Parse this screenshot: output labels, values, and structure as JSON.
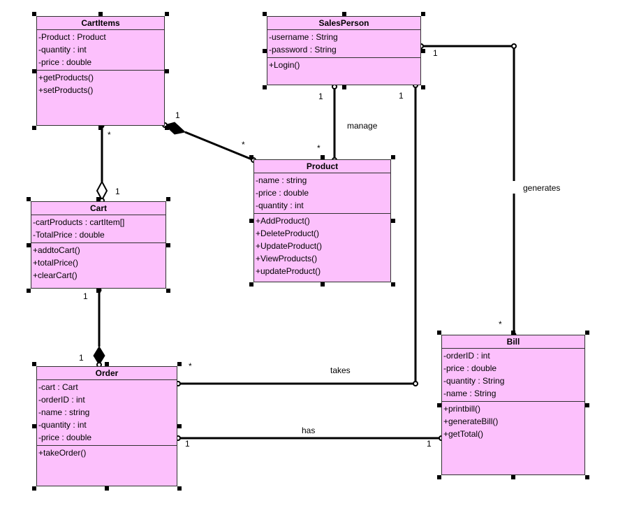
{
  "classes": {
    "cartitems": {
      "name": "CartItems",
      "attributes": [
        "-Product : Product",
        "-quantity : int",
        "-price : double"
      ],
      "operations": [
        "+getProducts()",
        "+setProducts()"
      ]
    },
    "salesperson": {
      "name": "SalesPerson",
      "attributes": [
        "-username : String",
        "-password : String"
      ],
      "operations": [
        "+Login()"
      ]
    },
    "product": {
      "name": "Product",
      "attributes": [
        "-name : string",
        "-price : double",
        "-quantity : int"
      ],
      "operations": [
        "+AddProduct()",
        "+DeleteProduct()",
        "+UpdateProduct()",
        "+ViewProducts()",
        "+updateProduct()"
      ]
    },
    "cart": {
      "name": "Cart",
      "attributes": [
        "-cartProducts : cartItem[]",
        "-TotalPrice : double"
      ],
      "operations": [
        "+addtoCart()",
        "+totalPrice()",
        "+clearCart()"
      ]
    },
    "order": {
      "name": "Order",
      "attributes": [
        "-cart : Cart",
        "-orderID : int",
        "-name : string",
        "-quantity : int",
        "-price : double"
      ],
      "operations": [
        "+takeOrder()"
      ]
    },
    "bill": {
      "name": "Bill",
      "attributes": [
        "-orderID : int",
        "-price : double",
        "-quantity : String",
        "-name : String"
      ],
      "operations": [
        "+printbill()",
        "+generateBill()",
        "+getTotal()"
      ]
    }
  },
  "associations": {
    "cartitems_product": {
      "source_mult": "1",
      "target_mult": "*",
      "kind": "composition"
    },
    "cartitems_cart": {
      "source_mult": "*",
      "target_mult": "1",
      "kind": "aggregation"
    },
    "salesperson_product": {
      "name": "manage",
      "source_mult": "1",
      "target_mult": "*"
    },
    "salesperson_bill": {
      "name": "generates",
      "source_mult": "1",
      "target_mult": "*"
    },
    "salesperson_order": {
      "name": "takes",
      "source_mult": "1",
      "target_mult": "*"
    },
    "cart_order": {
      "source_mult": "1",
      "target_mult": "1",
      "kind": "composition"
    },
    "order_bill": {
      "name": "has",
      "source_mult": "1",
      "target_mult": "1"
    }
  },
  "colors": {
    "class_fill": "#fcc0fc",
    "class_border": "#303030",
    "line": "#000000"
  }
}
